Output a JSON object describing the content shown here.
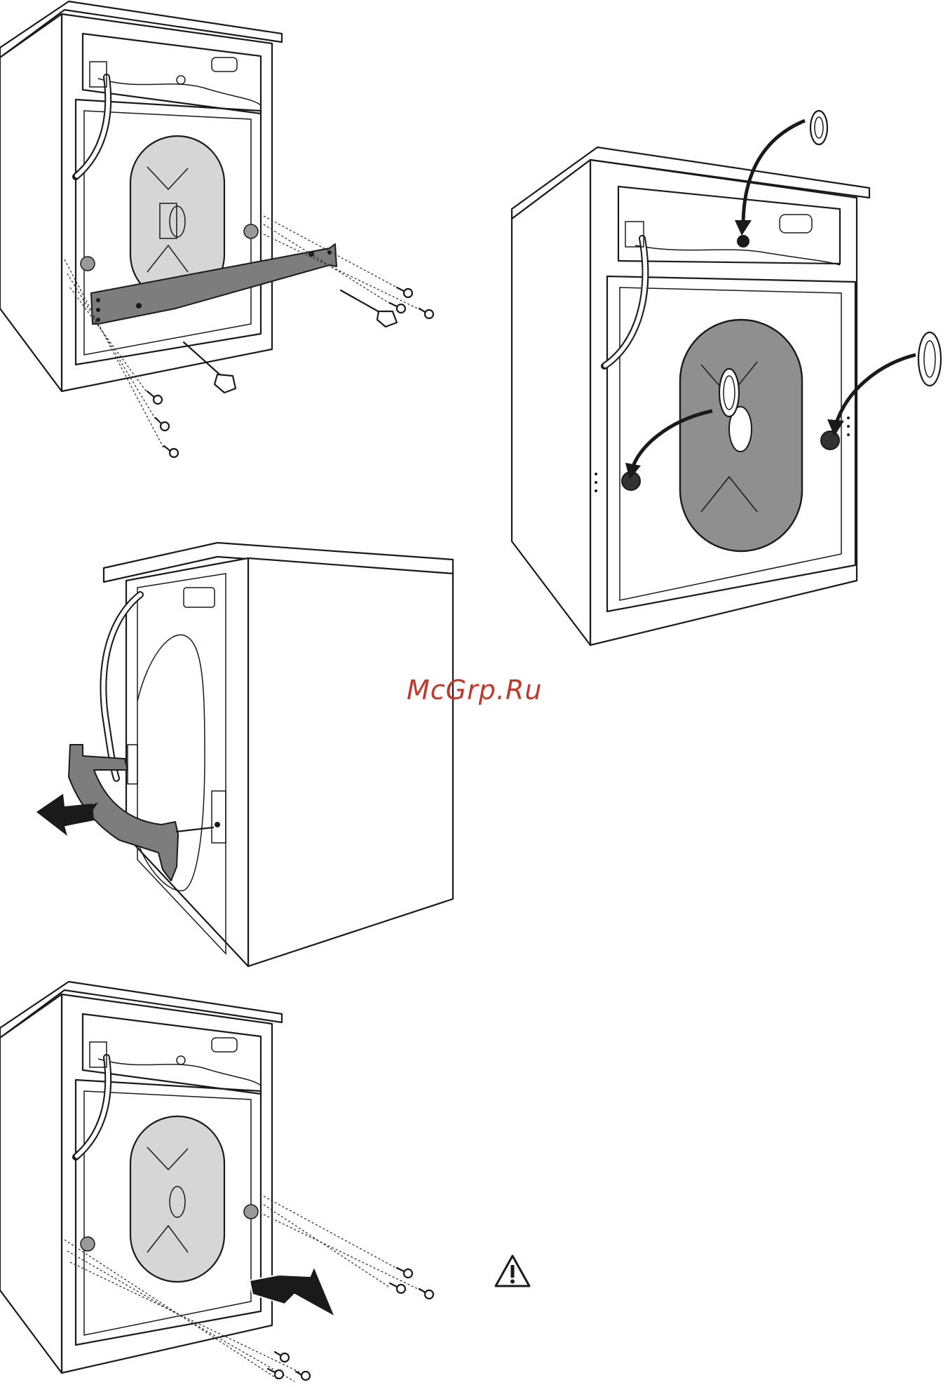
{
  "watermark": {
    "text": "McGrp.Ru",
    "color": "#c0392b"
  },
  "figures": [
    {
      "id": "remove-transport-bolts",
      "tub_color": "#d6d6d6",
      "bracket_color": "#7d7d7d"
    },
    {
      "id": "insert-plastic-caps",
      "tub_color": "#8f8f8f"
    },
    {
      "id": "pull-out-bracket",
      "bracket_color": "#7d7d7d"
    },
    {
      "id": "refit-rear-screws",
      "tub_color": "#d6d6d6"
    }
  ],
  "icons": {
    "warning": "warning-triangle-icon",
    "arrow": "black-arrow-icon"
  }
}
